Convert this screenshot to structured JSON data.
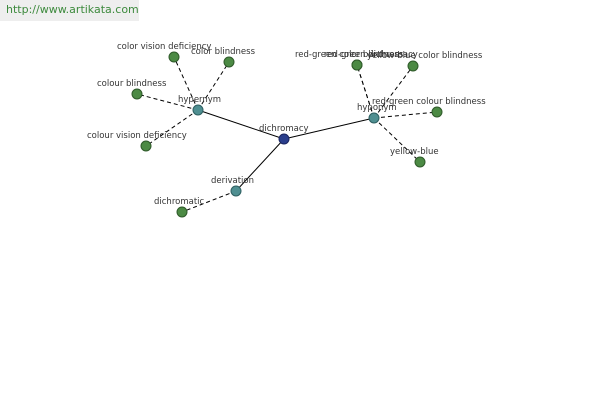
{
  "watermark": {
    "url": "http://www.artikata.com"
  },
  "graph": {
    "center": {
      "label": "dichromacy"
    },
    "relations": [
      {
        "label": "hypernym",
        "leaves": [
          "color vision deficiency",
          "color blindness",
          "colour blindness",
          "colour vision deficiency"
        ]
      },
      {
        "label": "hyponym",
        "leaves": [
          "red-green color blindness",
          "red-green dichromacy",
          "yellow-blue color blindness",
          "red-green colour blindness",
          "yellow-blue"
        ]
      },
      {
        "label": "derivation",
        "leaves": [
          "dichromatic"
        ]
      }
    ]
  },
  "colors": {
    "hub_node": "#2a3e8c",
    "relation_node": "#4f8f91",
    "leaf_node": "#4c8a44",
    "watermark_text": "#3d8a3d"
  }
}
